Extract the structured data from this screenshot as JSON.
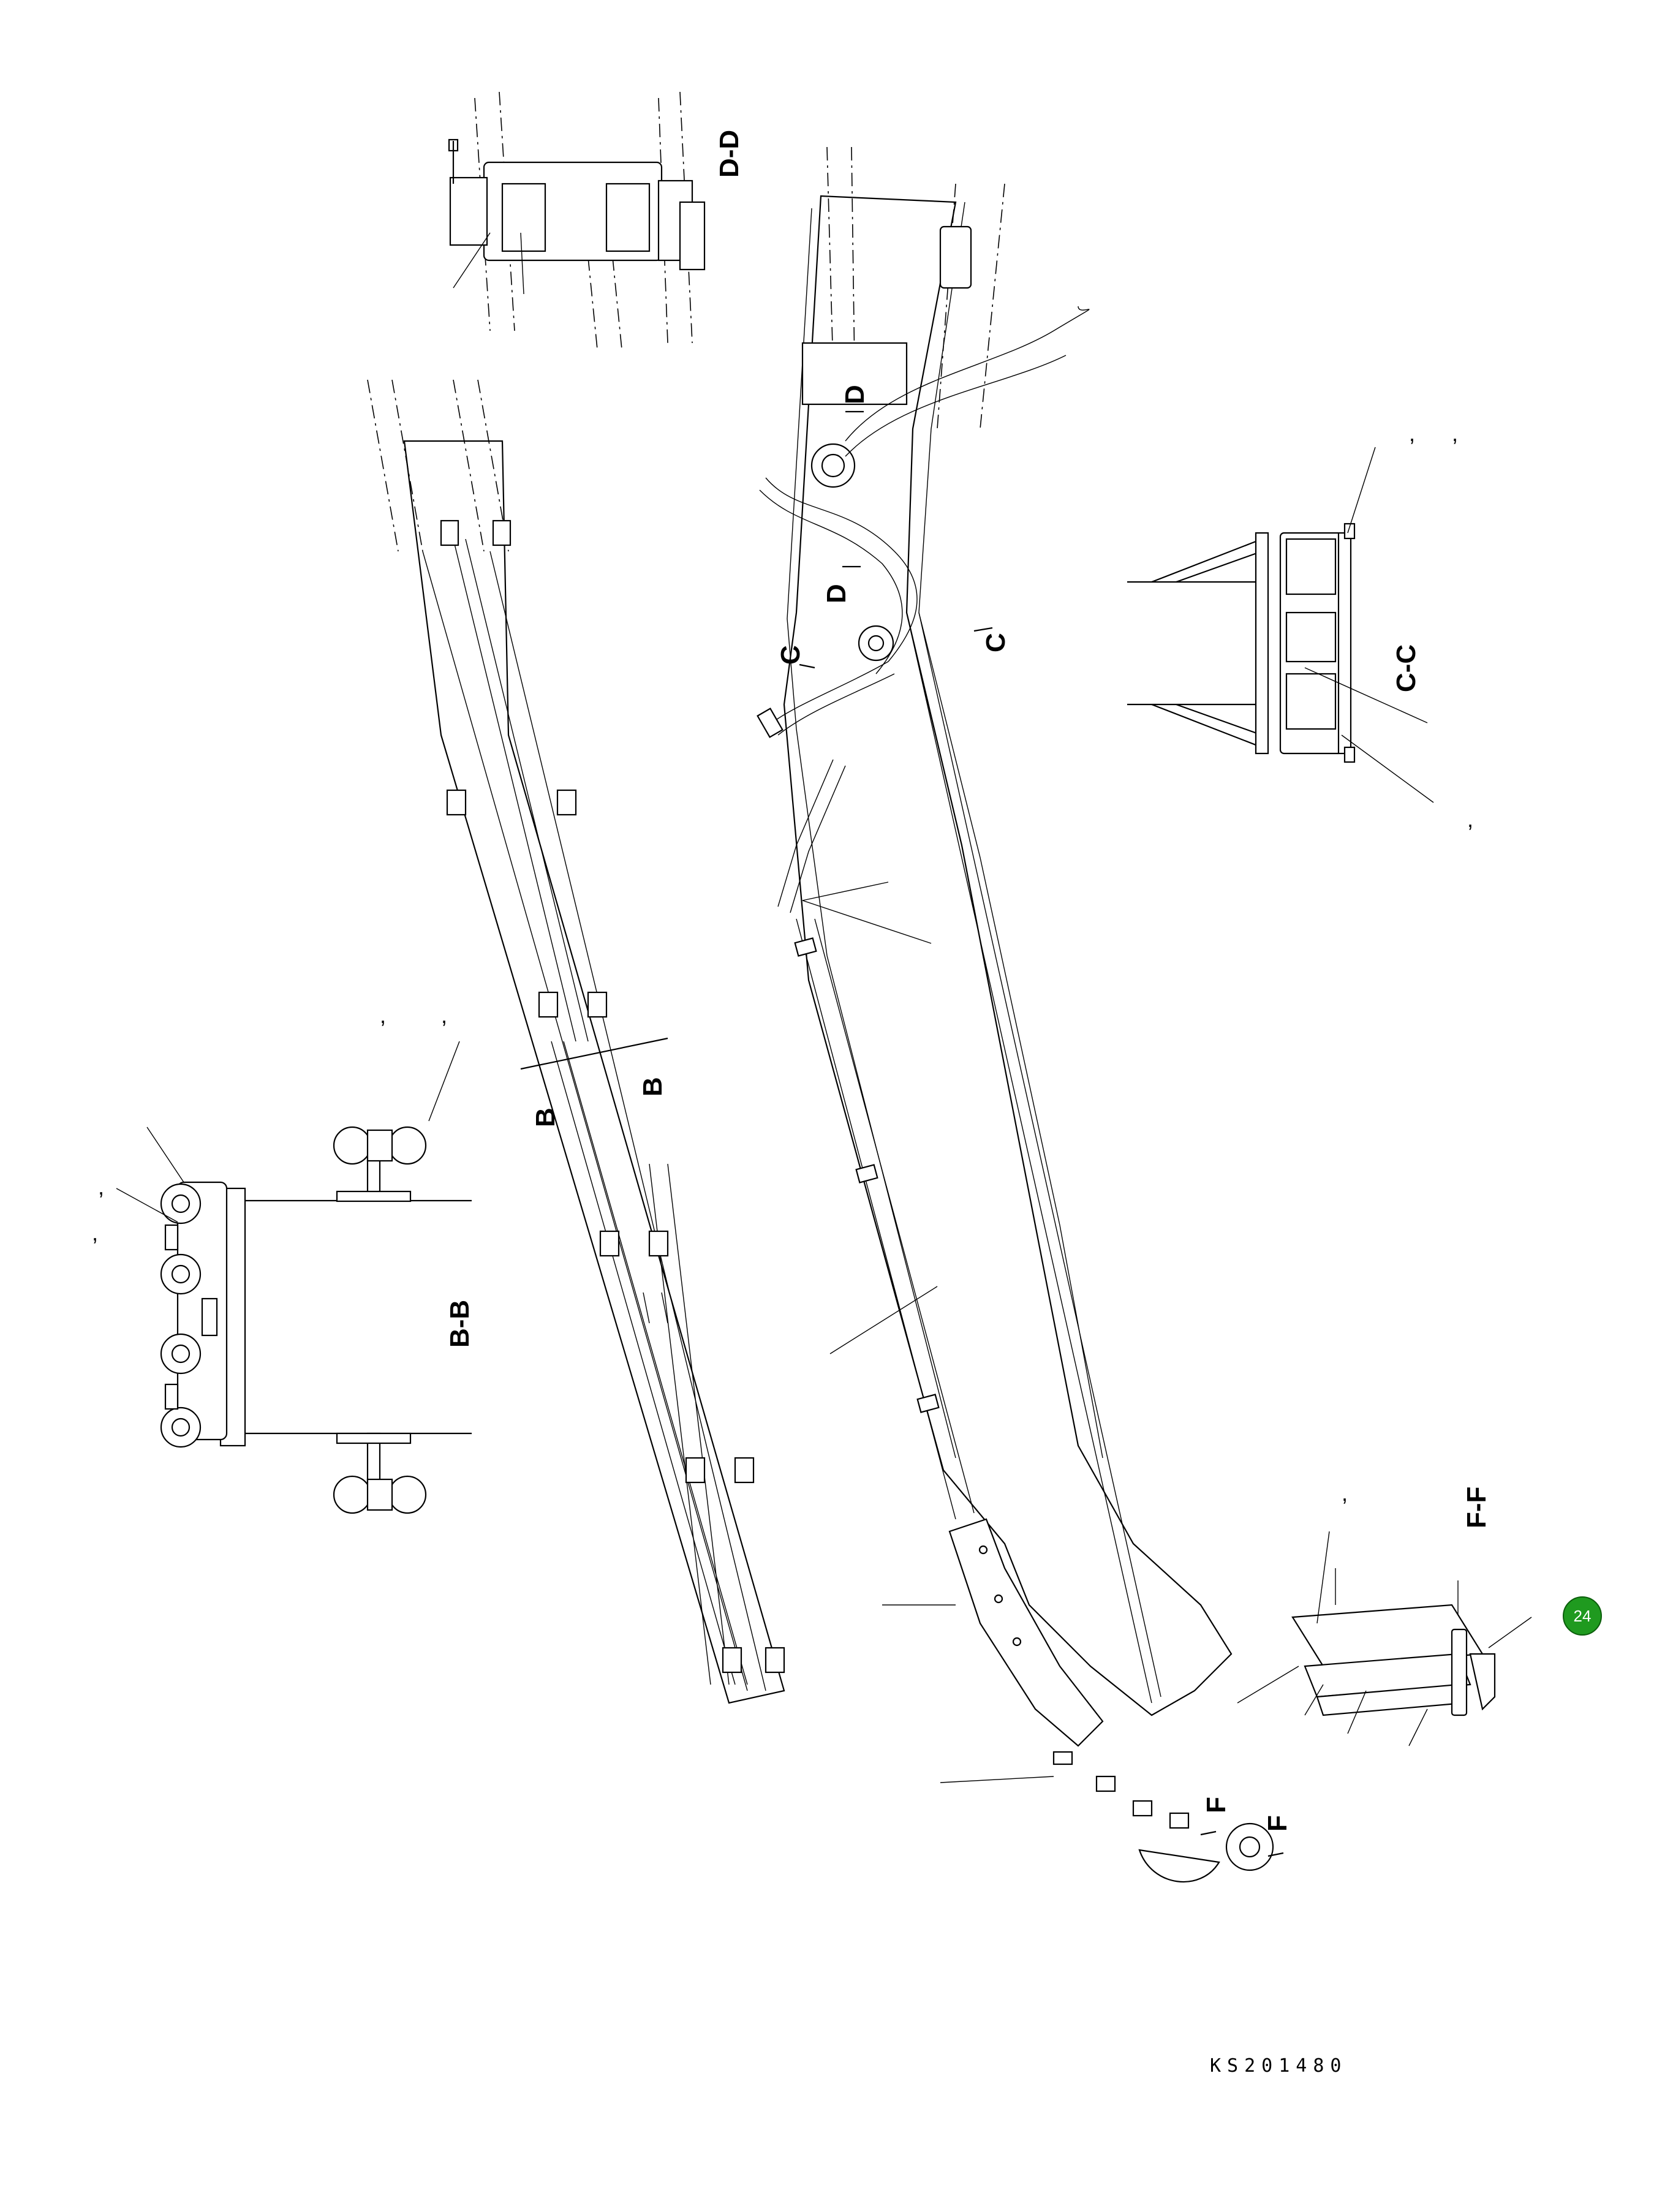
{
  "section_labels": {
    "dd": "D-D",
    "cc": "C-C",
    "bb": "B-B",
    "ff": "F-F"
  },
  "cut_marks": {
    "b": "B",
    "c": "C",
    "d": "D",
    "f": "F"
  },
  "separators": {
    "comma": ","
  },
  "badge": {
    "number": "24",
    "color": "#1f9a1f"
  },
  "drawing_code": "KS201480"
}
